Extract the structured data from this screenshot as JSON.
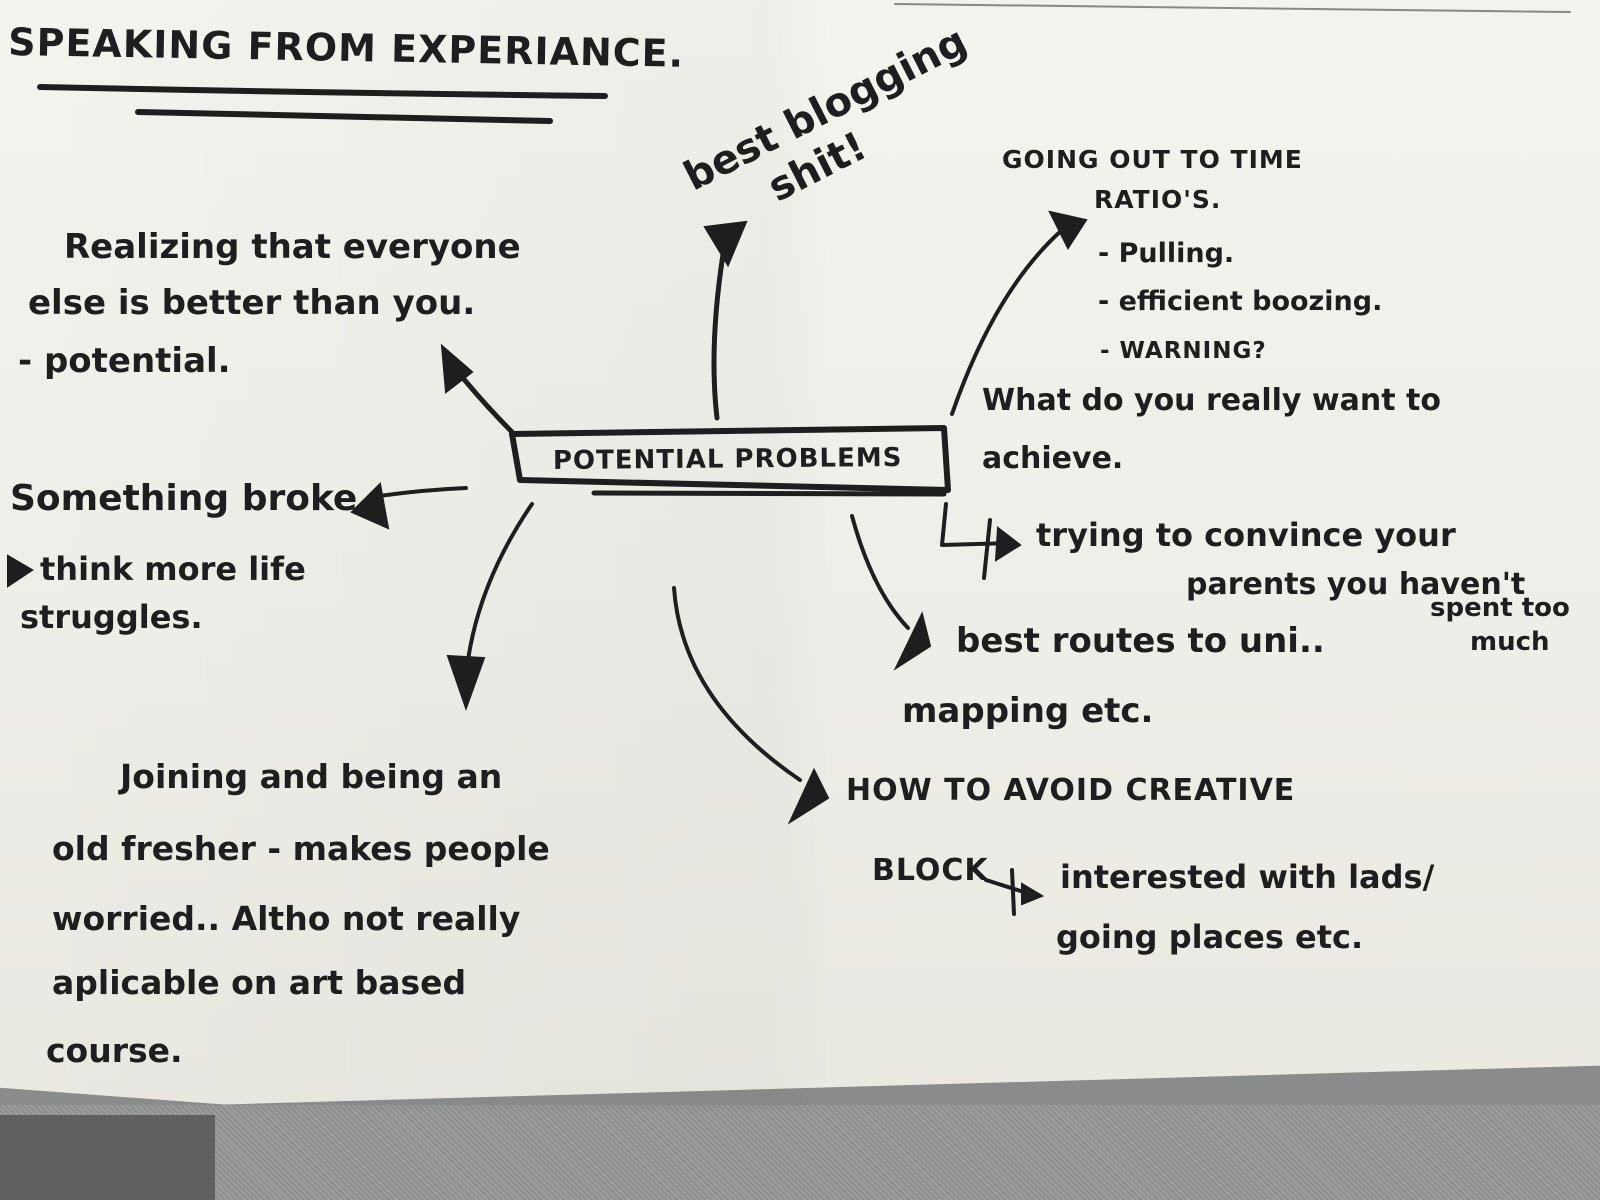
{
  "page_title": "SPEAKING FROM EXPERIANCE.",
  "center": "POTENTIAL PROBLEMS",
  "nodes": {
    "blogging": [
      "best blogging",
      "shit!"
    ],
    "realizing": [
      "Realizing that everyone",
      "else is better than you.",
      "- potential."
    ],
    "going_out": [
      "GOING OUT TO TIME",
      "RATIO'S.",
      "- Pulling.",
      "- efficient boozing.",
      "- WARNING?",
      "What do you really want to",
      "achieve."
    ],
    "something_broke": [
      "Something broke.",
      "think more life",
      "struggles."
    ],
    "convince": [
      "trying to convince your",
      "parents you haven't",
      "spent too",
      "much"
    ],
    "routes": [
      "best routes to uni..",
      "mapping etc."
    ],
    "creative_block": [
      "HOW TO AVOID CREATIVE",
      "BLOCK",
      "interested with lads/",
      "going places etc."
    ],
    "joining": [
      "Joining and being an",
      "old fresher - makes people",
      "worried.. Altho not really",
      "aplicable on art based",
      "course."
    ]
  }
}
